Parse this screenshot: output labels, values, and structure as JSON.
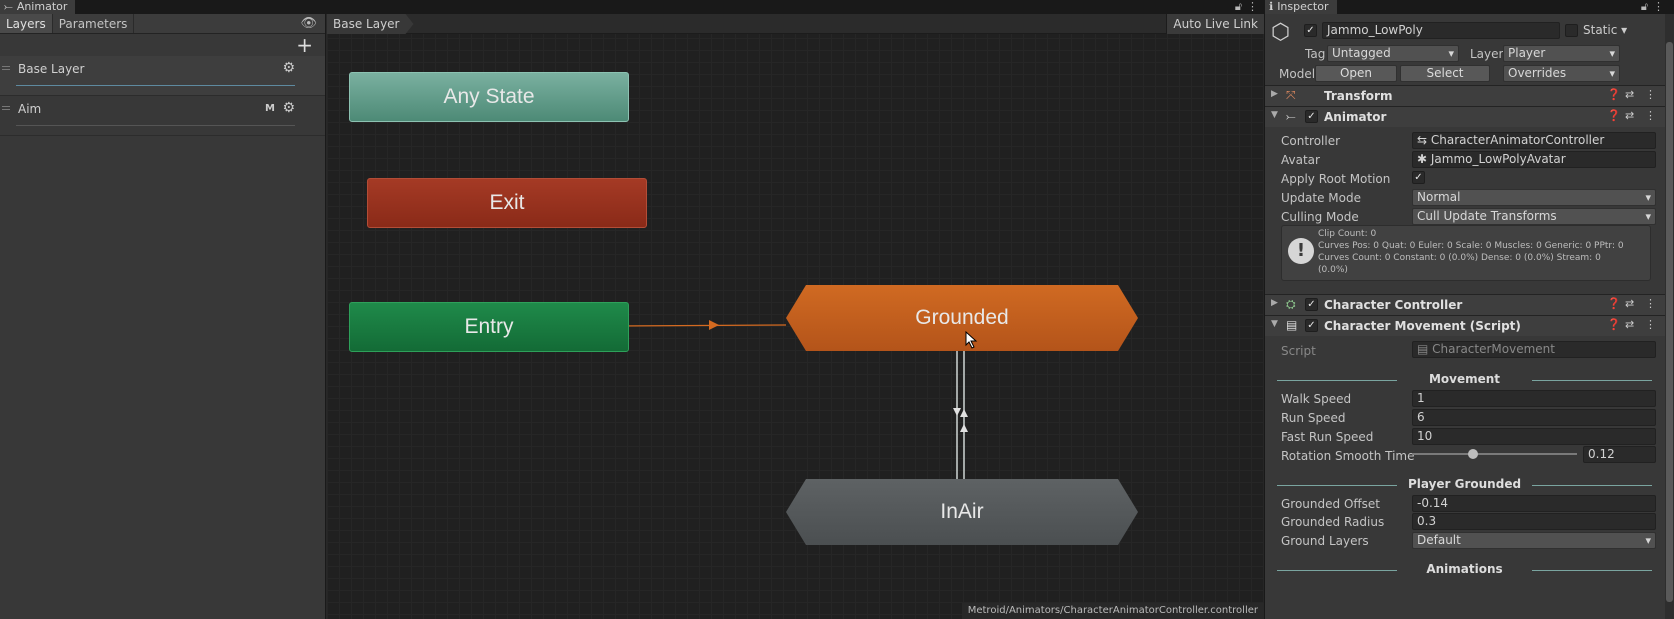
{
  "animator": {
    "window_title": "Animator",
    "left_tabs": [
      "Layers",
      "Parameters"
    ],
    "layers": [
      {
        "name": "Base Layer"
      },
      {
        "name": "Aim",
        "badge": "M"
      }
    ],
    "breadcrumb": "Base Layer",
    "auto_live_link": "Auto Live Link",
    "file_path": "Metroid/Animators/CharacterAnimatorController.controller",
    "states": {
      "any_state": "Any State",
      "exit": "Exit",
      "entry": "Entry",
      "grounded": "Grounded",
      "inair": "InAir"
    },
    "colors": {
      "any_state": "#5d9c88",
      "exit": "#9a3320",
      "entry": "#177a3f",
      "default_state": "#c35f1e",
      "inair": "#55595b",
      "transition": "#d46a20"
    }
  },
  "inspector": {
    "window_title": "Inspector",
    "object_name": "Jammo_LowPoly",
    "static_label": "Static",
    "tag_label": "Tag",
    "tag_value": "Untagged",
    "layer_label": "Layer",
    "layer_value": "Player",
    "model_label": "Model",
    "open_btn": "Open",
    "select_btn": "Select",
    "overrides": "Overrides",
    "components": {
      "transform": "Transform",
      "animator": "Animator",
      "character_controller": "Character Controller",
      "character_movement": "Character Movement (Script)"
    },
    "animator_fields": {
      "controller_label": "Controller",
      "controller_value": "CharacterAnimatorController",
      "avatar_label": "Avatar",
      "avatar_value": "Jammo_LowPolyAvatar",
      "apply_root_motion_label": "Apply Root Motion",
      "update_mode_label": "Update Mode",
      "update_mode_value": "Normal",
      "culling_mode_label": "Culling Mode",
      "culling_mode_value": "Cull Update Transforms",
      "info_lines": [
        "Clip Count: 0",
        "Curves Pos: 0 Quat: 0 Euler: 0 Scale: 0 Muscles: 0 Generic: 0 PPtr: 0",
        "Curves Count: 0 Constant: 0 (0.0%) Dense: 0 (0.0%) Stream: 0",
        "(0.0%)"
      ]
    },
    "script_label": "Script",
    "script_value": "CharacterMovement",
    "sections": {
      "movement": "Movement",
      "player_grounded": "Player Grounded",
      "animations": "Animations"
    },
    "movement": {
      "walk_speed_label": "Walk Speed",
      "walk_speed": "1",
      "run_speed_label": "Run Speed",
      "run_speed": "6",
      "fast_run_speed_label": "Fast Run Speed",
      "fast_run_speed": "10",
      "rotation_smooth_label": "Rotation Smooth Time",
      "rotation_smooth": "0.12",
      "rotation_smooth_fraction": 0.36
    },
    "grounded": {
      "offset_label": "Grounded Offset",
      "offset": "-0.14",
      "radius_label": "Grounded Radius",
      "radius": "0.3",
      "layers_label": "Ground Layers",
      "layers": "Default"
    }
  }
}
